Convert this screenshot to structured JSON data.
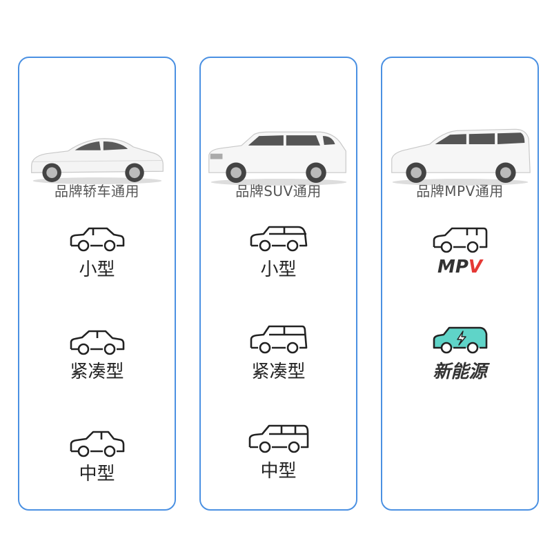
{
  "columns": [
    {
      "title": "品牌轿车通用",
      "photo_icon": "sedan-photo",
      "items": [
        {
          "label": "小型",
          "icon": "small-car-icon"
        },
        {
          "label": "紧凑型",
          "icon": "compact-car-icon"
        },
        {
          "label": "中型",
          "icon": "midsize-car-icon"
        }
      ]
    },
    {
      "title": "品牌SUV通用",
      "photo_icon": "suv-photo",
      "items": [
        {
          "label": "小型",
          "icon": "small-suv-icon"
        },
        {
          "label": "紧凑型",
          "icon": "compact-suv-icon"
        },
        {
          "label": "中型",
          "icon": "midsize-suv-icon"
        }
      ]
    },
    {
      "title": "品牌MPV通用",
      "photo_icon": "mpv-photo",
      "items": [
        {
          "label_main": "MP",
          "label_accent": "V",
          "icon": "mpv-icon"
        },
        {
          "label": "新能源",
          "icon": "ev-car-icon"
        }
      ]
    }
  ],
  "colors": {
    "border": "#4a90e2",
    "ev_fill": "#5fd4c8",
    "mpv_accent": "#e53935"
  }
}
